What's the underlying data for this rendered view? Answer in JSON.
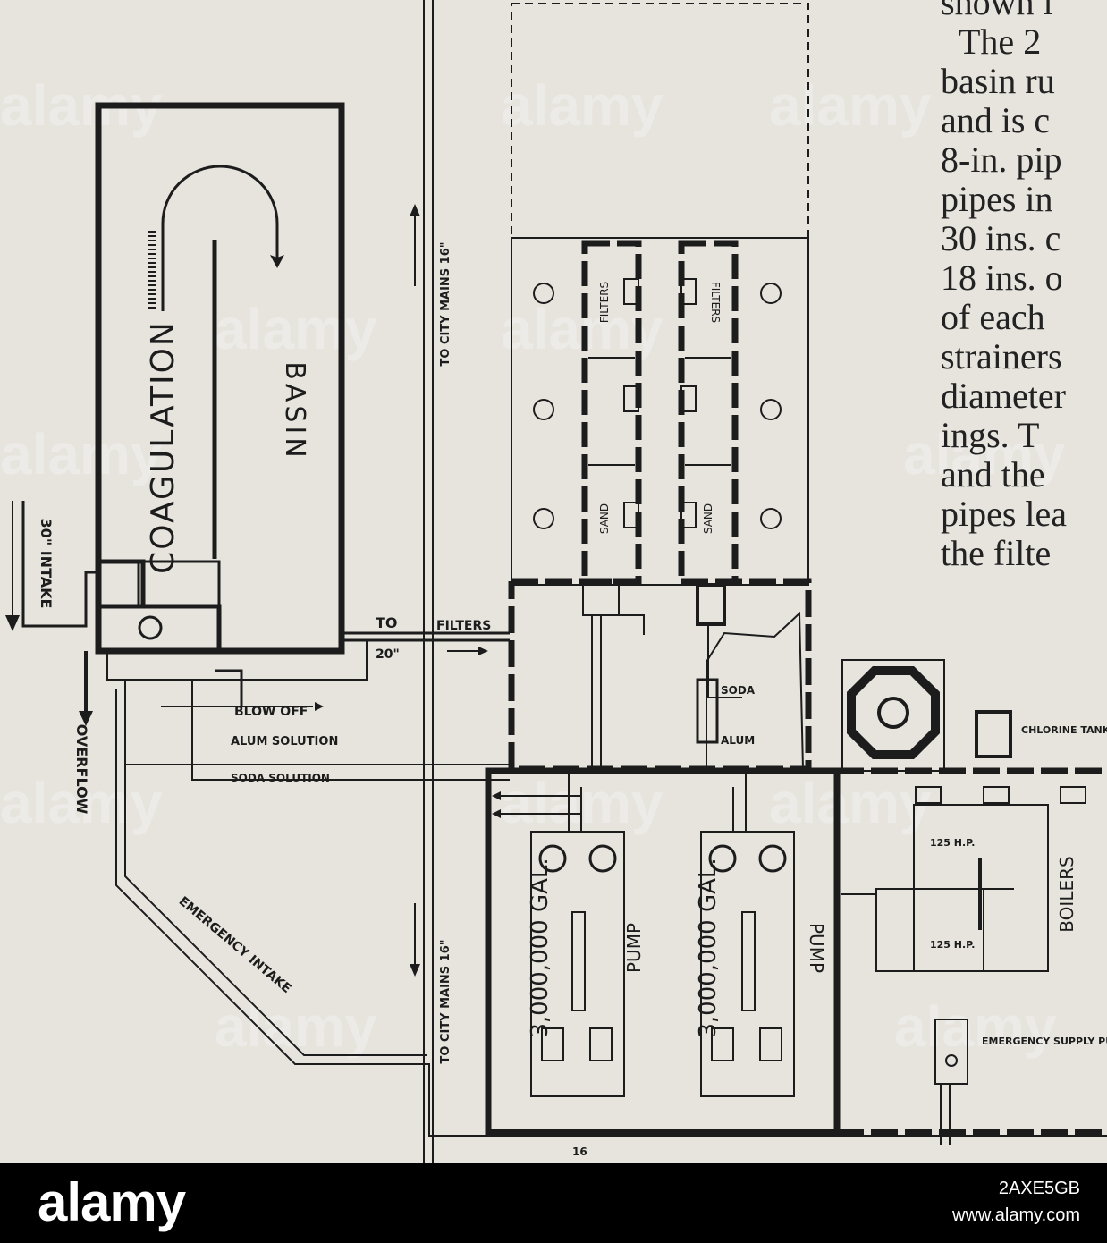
{
  "diagram": {
    "prose_lines": [
      "shown i",
      "The 2",
      "basin ru",
      "and is c",
      "8-in. pip",
      "pipes in",
      "30 ins. c",
      "18 ins. o",
      "of each",
      "strainers",
      "diameter",
      "ings. T",
      "and the",
      "pipes lea",
      "the filte"
    ],
    "labels": {
      "coagulation": "COAGULATION",
      "basin": "BASIN",
      "intake": "30\" INTAKE",
      "overflow": "OVERFLOW",
      "to": "TO",
      "filters_pipe": "FILTERS",
      "pipe_20": "20\"",
      "blow_off": "BLOW OFF",
      "alum_solution": "ALUM SOLUTION",
      "soda_solution": "SODA SOLUTION",
      "emergency_intake": "EMERGENCY INTAKE",
      "city_mains_top": "TO CITY MAINS 16\"",
      "city_mains_bottom": "TO CITY MAINS 16\"",
      "filters": "FILTERS",
      "sand": "SAND",
      "soda": "SODA",
      "alum": "ALUM",
      "pump_capacity": "3,000,000 GAL.",
      "pump": "PUMP",
      "boilers": "BOILERS",
      "hp_top": "125 H.P.",
      "hp_bottom": "125 H.P.",
      "chlorine_tank": "CHLORINE TANK",
      "emergency_pump": "EMERGENCY SUPPLY PUMP",
      "bottom_16": "16"
    }
  },
  "watermark": {
    "word": "alamy"
  },
  "footer": {
    "logo": "alamy",
    "image_id": "2AXE5GB",
    "site": "www.alamy.com"
  }
}
